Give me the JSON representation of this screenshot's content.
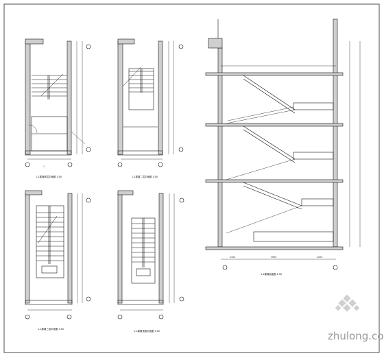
{
  "sheet": {
    "watermark": "zhulong.com",
    "plans": {
      "plan_1": {
        "title": "1-1楼梯底层平面图 1:50",
        "section_mark": "1"
      },
      "plan_2": {
        "title": "1-1楼梯二层平面图 1:50"
      },
      "plan_3": {
        "title": "1-1楼梯三层平面图 1:50"
      },
      "plan_4": {
        "title": "1-1楼梯顶层平面图 1:50"
      }
    },
    "section": {
      "title": "1-1楼梯剖面图 1:50",
      "bottom_dims": [
        "2100",
        "3900",
        "1200"
      ]
    }
  }
}
